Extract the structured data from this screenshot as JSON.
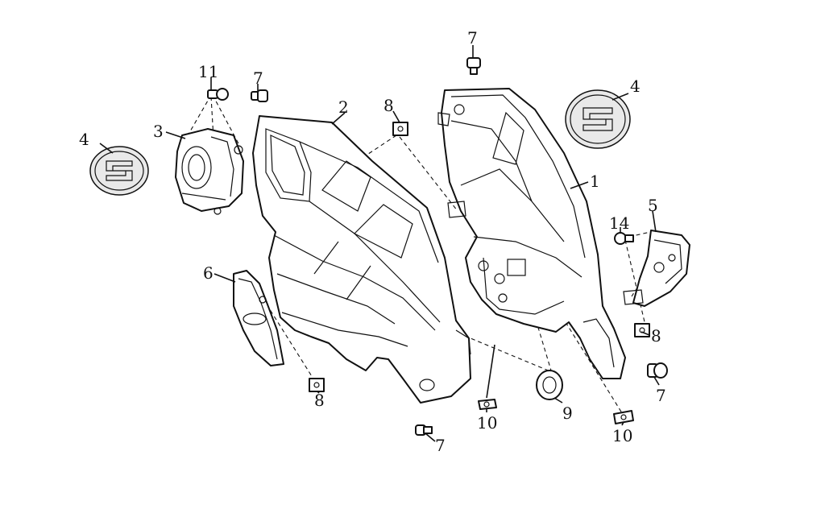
{
  "diagram": {
    "type": "exploded-parts-view",
    "parts": [
      {
        "id": "part-1",
        "label": "1",
        "description": "front cover (right)"
      },
      {
        "id": "part-2",
        "label": "2",
        "description": "front cover (left)"
      },
      {
        "id": "part-3",
        "label": "3",
        "description": "speaker/inner panel"
      },
      {
        "id": "part-4a",
        "label": "4",
        "description": "emblem (left)"
      },
      {
        "id": "part-4b",
        "label": "4",
        "description": "emblem (right)"
      },
      {
        "id": "part-5",
        "label": "5",
        "description": "bracket"
      },
      {
        "id": "part-6",
        "label": "6",
        "description": "side panel"
      },
      {
        "id": "part-7a",
        "label": "7",
        "description": "screw"
      },
      {
        "id": "part-7b",
        "label": "7",
        "description": "screw"
      },
      {
        "id": "part-7c",
        "label": "7",
        "description": "screw"
      },
      {
        "id": "part-7d",
        "label": "7",
        "description": "screw"
      },
      {
        "id": "part-8a",
        "label": "8",
        "description": "clip nut"
      },
      {
        "id": "part-8b",
        "label": "8",
        "description": "clip nut"
      },
      {
        "id": "part-8c",
        "label": "8",
        "description": "clip nut"
      },
      {
        "id": "part-9",
        "label": "9",
        "description": "grommet"
      },
      {
        "id": "part-10a",
        "label": "10",
        "description": "rivet clip"
      },
      {
        "id": "part-10b",
        "label": "10",
        "description": "rivet clip"
      },
      {
        "id": "part-11",
        "label": "11",
        "description": "screw"
      },
      {
        "id": "part-14",
        "label": "14",
        "description": "screw"
      }
    ]
  },
  "icons": {
    "emblem": "logo-emblem-icon",
    "screw": "screw-icon",
    "clip": "clip-nut-icon"
  },
  "colors": {
    "line": "#111111",
    "background": "#ffffff",
    "emblem_fill": "#e9e9e9"
  }
}
